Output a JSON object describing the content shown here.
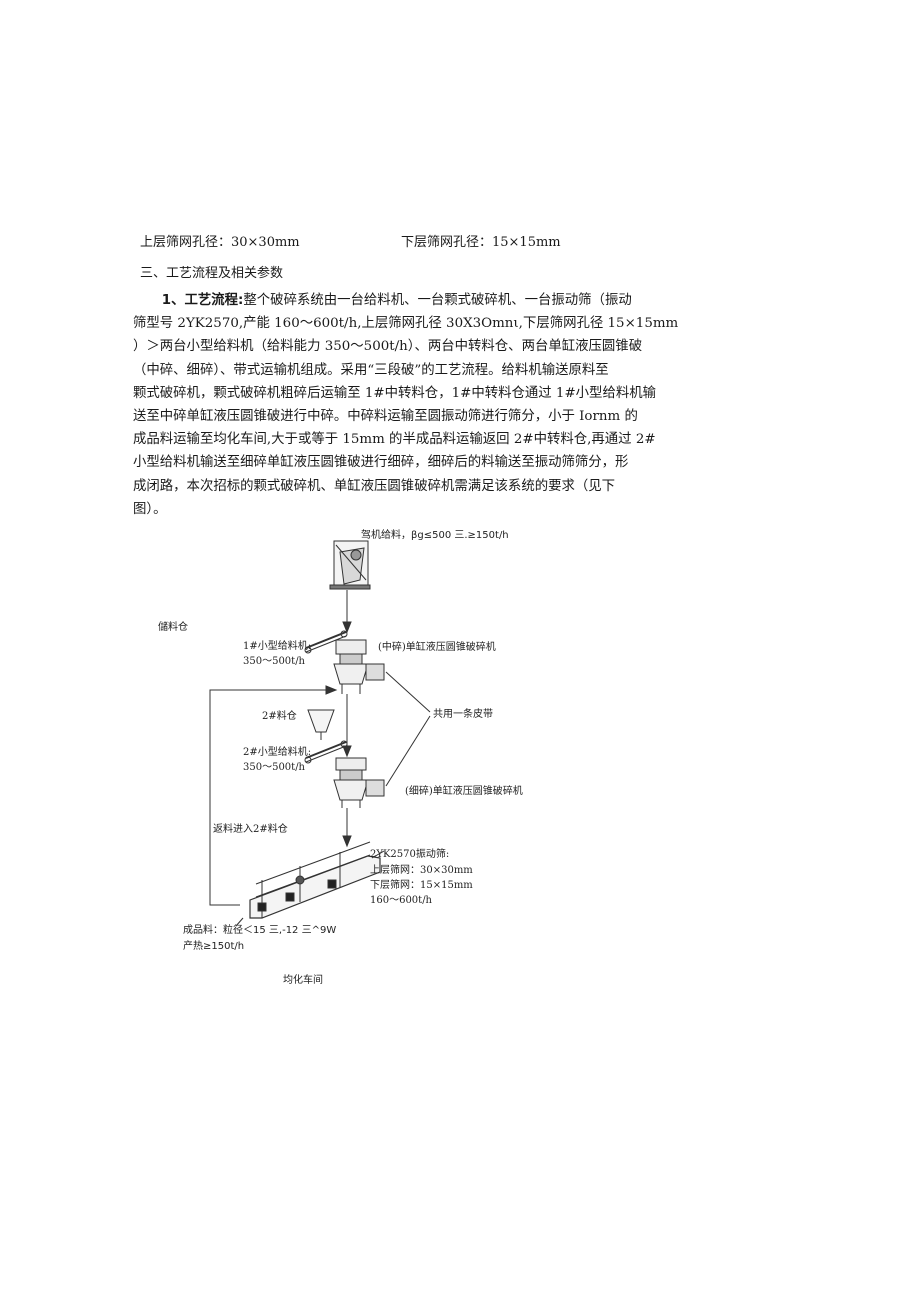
{
  "spec_row": {
    "upper_screen": "上层筛网孔径：30×30mm",
    "lower_screen": "下层筛网孔径：15×15mm"
  },
  "section": {
    "heading": "三、工艺流程及相关参数"
  },
  "paragraph": {
    "lead": "1、工艺流程:",
    "lines": [
      "整个破碎系统由一台给料机、一台颗式破碎机、一台振动筛（振动",
      "筛型号 2YK2570,产能 160～600t/h,上层筛网孔径 30X3Omnι,下层筛网孔径 15×15mm",
      "）＞两台小型给料机（给料能力 350～500t/h）、两台中转料仓、两台单缸液压圆锥破",
      "（中碎、细碎）、带式运输机组成。采用“三段破”的工艺流程。给料机输送原料至",
      "颗式破碎机，颗式破碎机粗碎后运输至 1#中转料仓，1#中转料仓通过 1#小型给料机输",
      "送至中碎单缸液压圆锥破进行中碎。中碎料运输至圆振动筛进行筛分，小于 Iornm 的",
      "成品料运输至均化车间,大于或等于 15mm 的半成品料运输返回 2#中转料仓,再通过 2#",
      "小型给料机输送至细碎单缸液压圆锥破进行细碎，细碎后的料输送至振动筛筛分，形",
      "成闭路，本次招标的颗式破碎机、单缸液压圆锥破碎机需满足该系统的要求（见下",
      "图）。"
    ]
  },
  "diagram": {
    "top_feed": "驾机给料，βg≤500 三.≥150t/h",
    "silo_label": "儲料仓",
    "feeder1_name": "1#小型给料机:",
    "feeder1_rate": "350～500t/h",
    "cone1": "(中碎)单缸液压圆锥破碎机",
    "shared_belt": "共用一条皮带",
    "bin2": "2#料仓",
    "feeder2_name": "2#小型给料机:",
    "feeder2_rate": "350～500t/h",
    "cone2": "(细碎)单缸液压圆锥破碎机",
    "return": "返料进入2#料仓",
    "screen_model": "2YK2570振动筛:",
    "screen_upper": "上层筛网：30×30mm",
    "screen_lower": "下层筛网：15×15mm",
    "screen_rate": "160～600t/h",
    "product_line1": "成品料：粒径＜15 三,-12 三^9W",
    "product_line2": "产热≥150t/h",
    "workshop": "均化车间"
  }
}
